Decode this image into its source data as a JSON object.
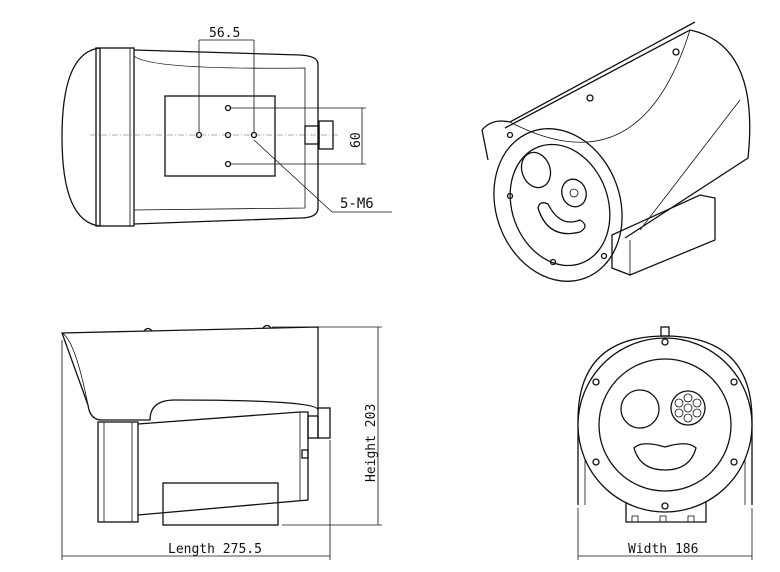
{
  "dimensions": {
    "top_spacing": "56.5",
    "top_height": "60",
    "thread": "5-M6",
    "height": "Height 203",
    "length": "Length 275.5",
    "width": "Width 186"
  }
}
